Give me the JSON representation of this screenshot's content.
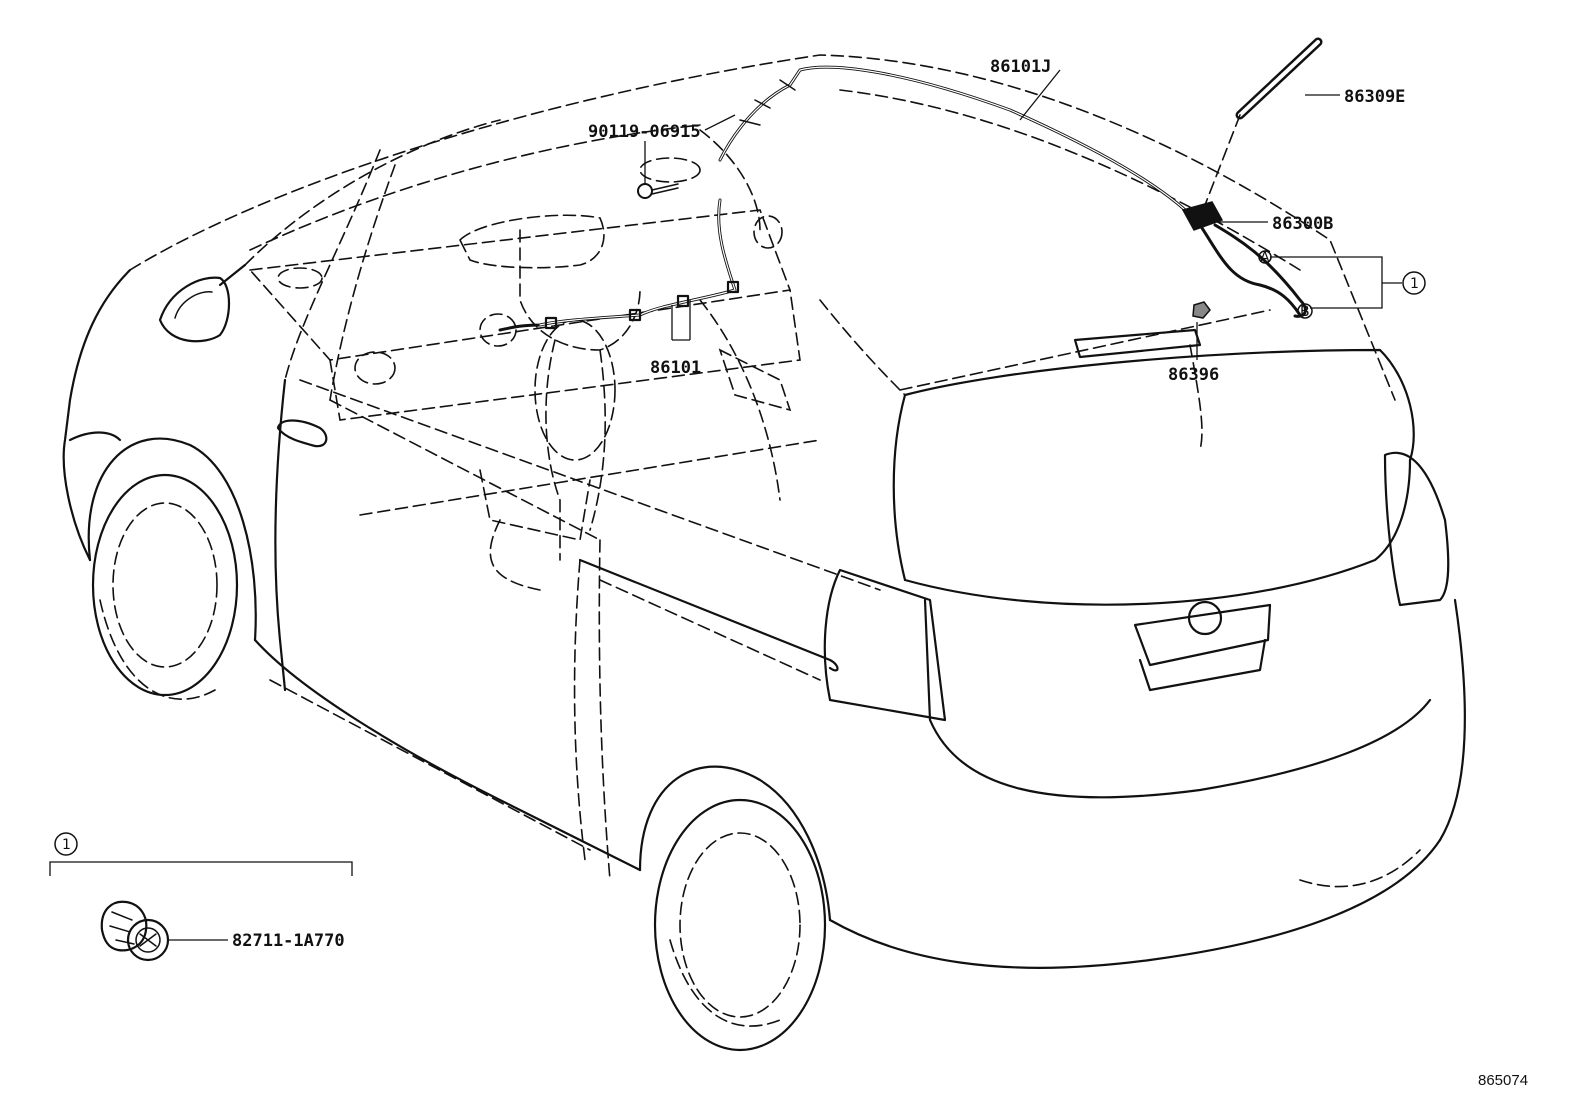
{
  "diagram": {
    "labels": {
      "roof_cable": "86101J",
      "antenna_rod": "86309E",
      "antenna_base": "86300B",
      "bolt": "90119-06915",
      "front_cable": "86101",
      "clip": "86396",
      "group_ref": "1",
      "inset_part": "82711-1A770"
    },
    "inset": {
      "group_ref": "1"
    },
    "illustration_code": "865074"
  }
}
